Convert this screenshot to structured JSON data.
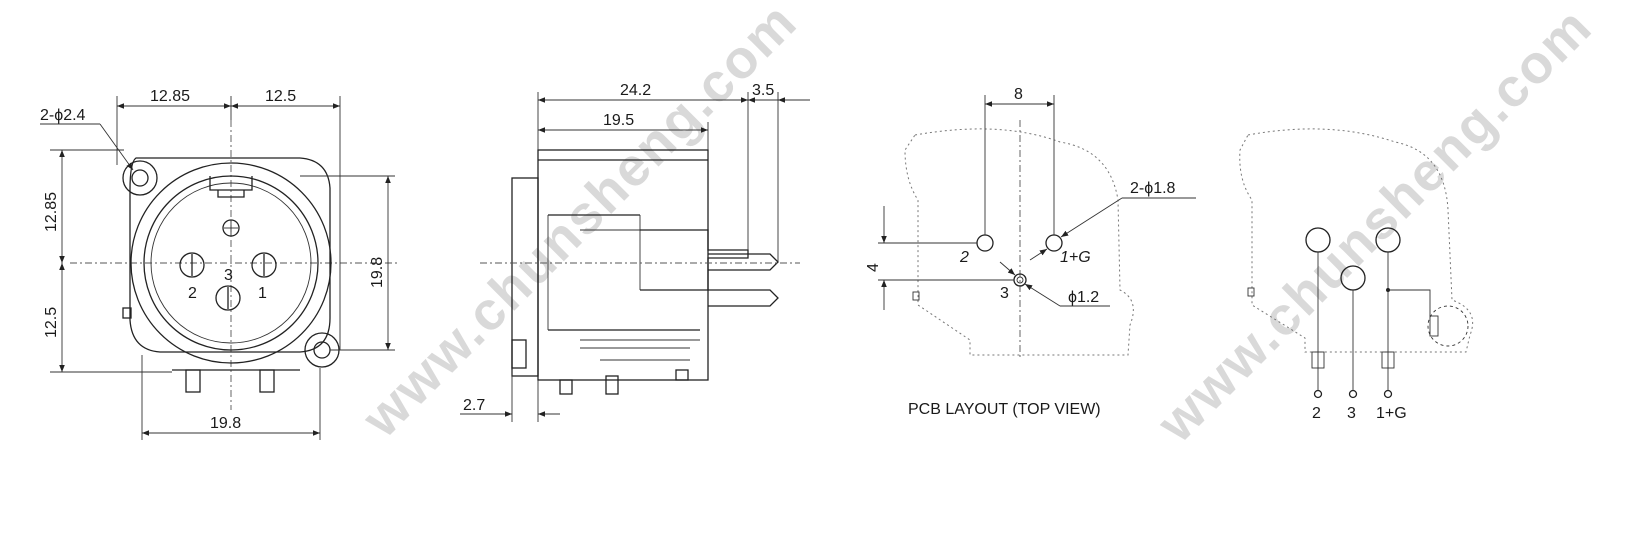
{
  "front_view": {
    "dims": {
      "top_left": "12.85",
      "top_right": "12.5",
      "left_upper": "12.85",
      "left_lower": "12.5",
      "right_height": "19.8",
      "bottom_width": "19.8"
    },
    "hole_callout": "2-ϕ2.4",
    "pins": {
      "p1": "1",
      "p2": "2",
      "p3": "3"
    }
  },
  "side_view": {
    "dims": {
      "total_length": "24.2",
      "body_length": "19.5",
      "pin_length": "3.5",
      "flange": "2.7"
    }
  },
  "pcb_layout": {
    "caption": "PCB LAYOUT (TOP VIEW)",
    "dims": {
      "pin_spacing": "8",
      "pin_offset": "4"
    },
    "callout_large": "2-ϕ1.8",
    "callout_small": "ϕ1.2",
    "pins": {
      "p2": "2",
      "p3": "3",
      "p1g": "1+G"
    }
  },
  "rear_view": {
    "pins": {
      "p2": "2",
      "p3": "3",
      "p1g": "1+G"
    }
  },
  "watermark": "www.chunsheng.com"
}
